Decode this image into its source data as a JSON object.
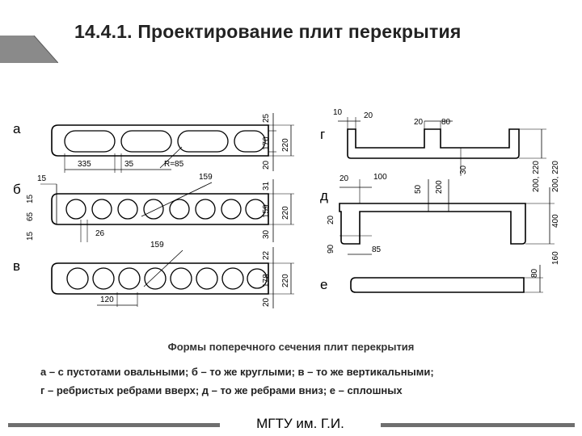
{
  "header": {
    "title": "14.4.1. Проектирование плит перекрытия"
  },
  "figure": {
    "caption": "Формы поперечного сечения плит перекрытия",
    "legend_line1": "а – с пустотами овальными; б – то же круглыми; в – то же вертикальными;",
    "legend_line2": "г – ребристых ребрами вверх; д – то же ребрами вниз; е – сплошных",
    "section_letters": {
      "a": "а",
      "b": "б",
      "v": "в",
      "g": "г",
      "d": "д",
      "e": "е"
    },
    "dims_a": {
      "d335": "335",
      "d35": "35",
      "r85": "R=85",
      "d25": "25",
      "d170": "170",
      "d20": "20",
      "d220": "220"
    },
    "dims_b": {
      "d15": "15",
      "d159": "159",
      "d26": "26",
      "d65": "65",
      "d15b": "15",
      "d15c": "15",
      "d31": "31",
      "d159v": "159",
      "d30": "30",
      "d220": "220"
    },
    "dims_v": {
      "d159": "159",
      "d120": "120",
      "d22": "22",
      "d178": "178",
      "d20": "20",
      "d220": "220"
    },
    "dims_g": {
      "d10": "10",
      "d20": "20",
      "d20b": "20",
      "d80": "80",
      "d30": "30",
      "d200_220": "200, 220"
    },
    "dims_d": {
      "d20": "20",
      "d100": "100",
      "d50": "50",
      "d200": "200",
      "d20v": "20",
      "d90": "90",
      "d85": "85",
      "d200_220": "200, 220",
      "d400": "400"
    },
    "dims_e": {
      "d80": "80",
      "d160": "160"
    }
  },
  "footer": {
    "institution": "МГТУ им. Г.И."
  },
  "colors": {
    "ink": "#000000",
    "title": "#222222",
    "tab": "#8a8a8a",
    "bar": "#6f6f6f"
  }
}
